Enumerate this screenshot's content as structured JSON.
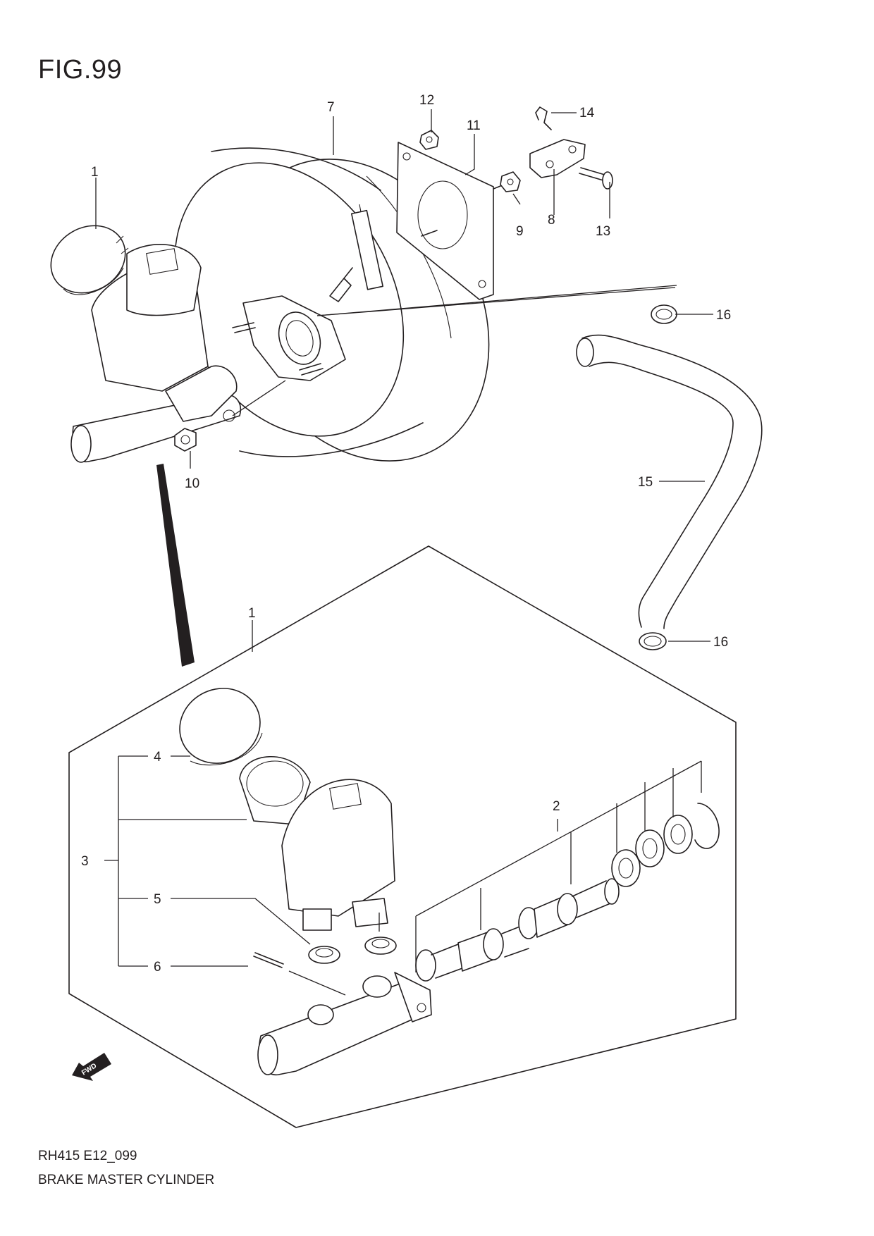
{
  "figure": {
    "title": "FIG.99",
    "code": "RH415 E12_099",
    "caption": "BRAKE MASTER CYLINDER"
  },
  "callouts": {
    "c1_top": "1",
    "c1_box": "1",
    "c2": "2",
    "c3": "3",
    "c4": "4",
    "c5": "5",
    "c6": "6",
    "c7": "7",
    "c8": "8",
    "c9": "9",
    "c10": "10",
    "c11": "11",
    "c12": "12",
    "c13": "13",
    "c14": "14",
    "c15": "15",
    "c16_top": "16",
    "c16_bottom": "16"
  },
  "fwd_badge": "FWD"
}
